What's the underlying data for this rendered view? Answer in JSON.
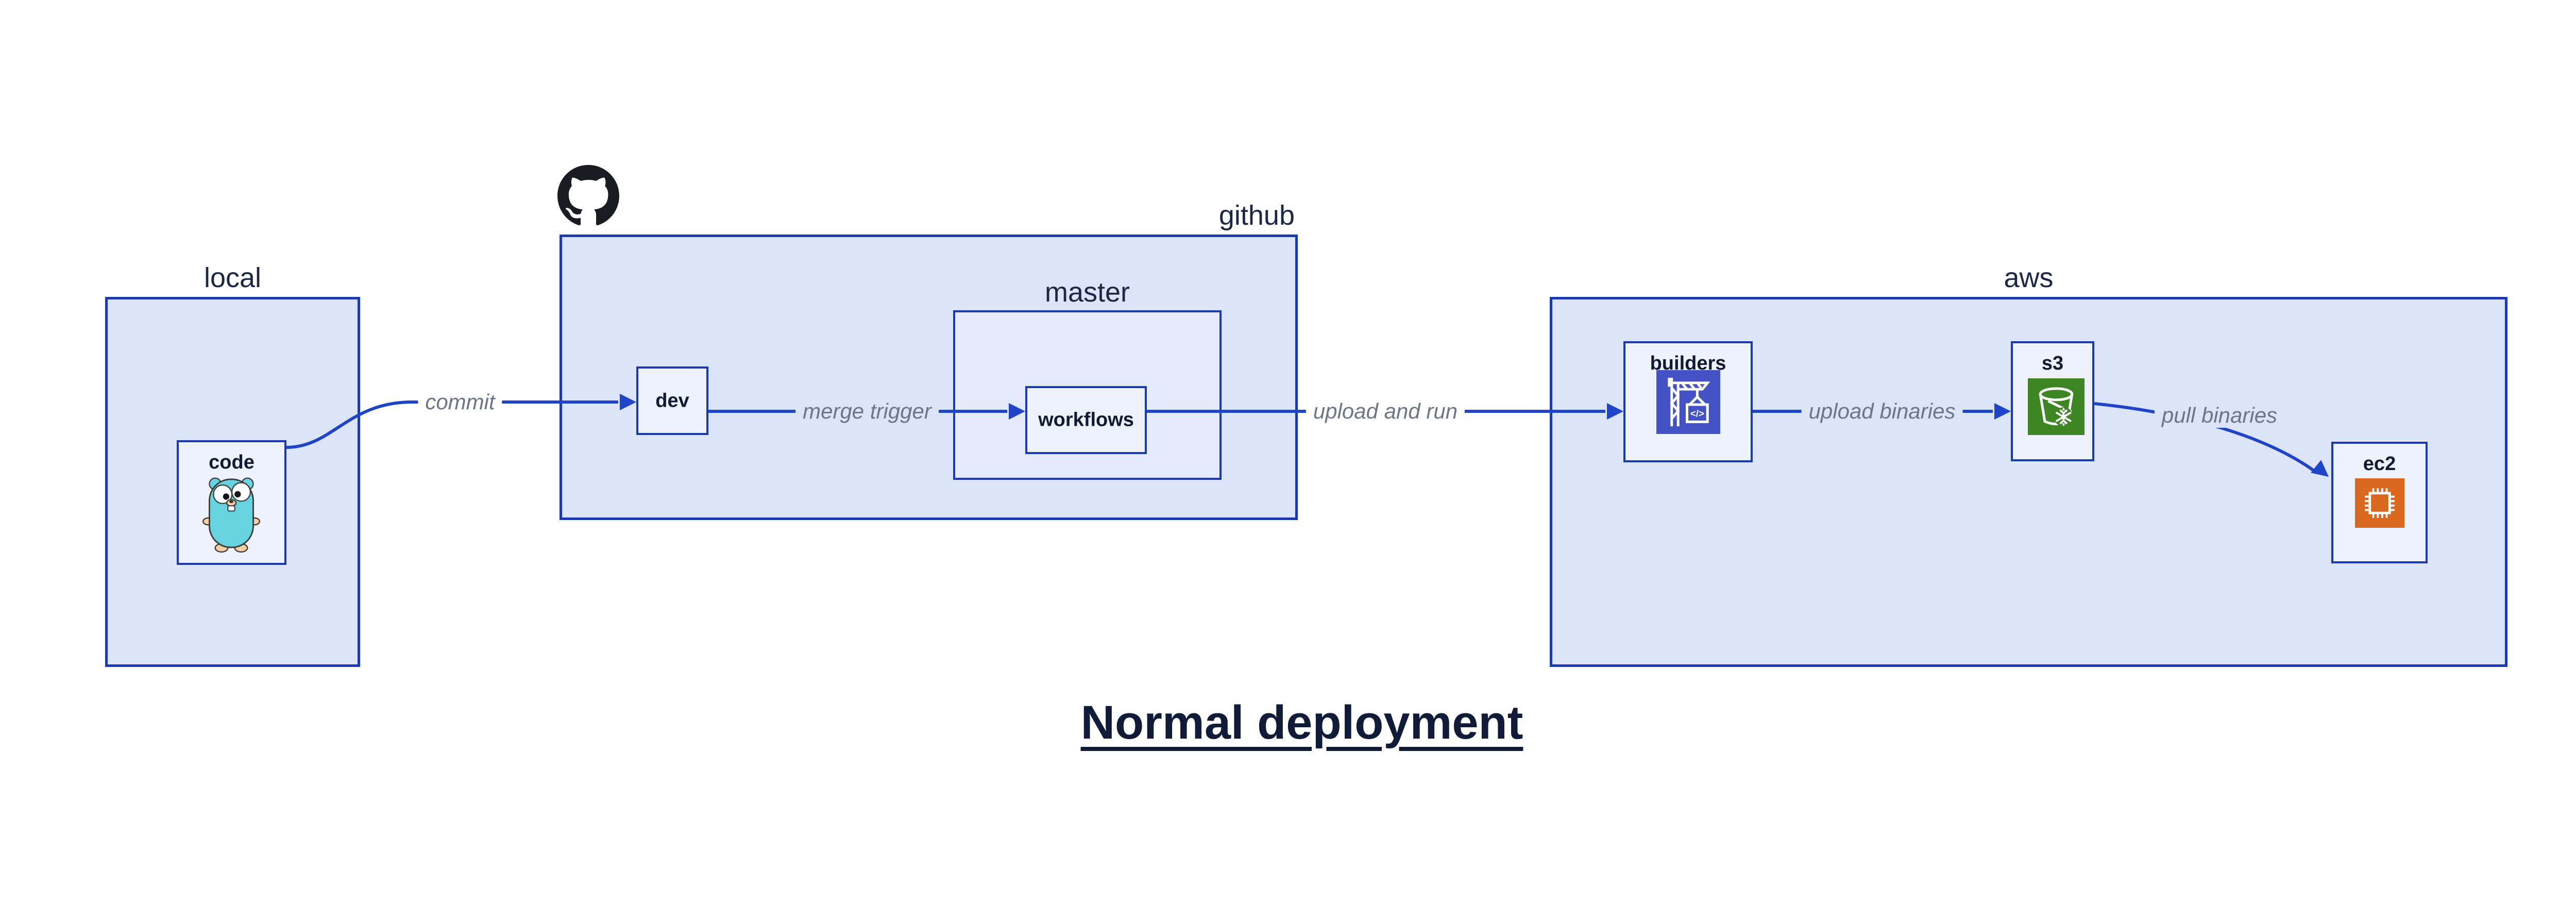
{
  "diagram": {
    "title": "Normal deployment",
    "containers": {
      "local": {
        "label": "local"
      },
      "github": {
        "label": "github",
        "logo_icon": "github-octocat-icon"
      },
      "master": {
        "label": "master"
      },
      "aws": {
        "label": "aws"
      }
    },
    "nodes": {
      "code": {
        "label": "code",
        "icon": "go-gopher-icon"
      },
      "dev": {
        "label": "dev"
      },
      "workflows": {
        "label": "workflows"
      },
      "builders": {
        "label": "builders",
        "icon": "codebuild-crane-icon"
      },
      "s3": {
        "label": "s3",
        "icon": "s3-glacier-bucket-icon"
      },
      "ec2": {
        "label": "ec2",
        "icon": "ec2-chip-icon"
      }
    },
    "edges": [
      {
        "from": "code",
        "to": "dev",
        "label": "commit"
      },
      {
        "from": "dev",
        "to": "workflows",
        "label": "merge trigger"
      },
      {
        "from": "workflows",
        "to": "builders",
        "label": "upload and run"
      },
      {
        "from": "builders",
        "to": "s3",
        "label": "upload binaries"
      },
      {
        "from": "s3",
        "to": "ec2",
        "label": "pull binaries"
      }
    ],
    "colors": {
      "background": "#ffffff",
      "container_fill": "#dce4f9",
      "nested_container_fill": "#e4eafb",
      "node_fill": "#eef2fc",
      "border_blue": "#1b3aae",
      "arrow_blue": "#1e44c7",
      "edge_label_gray": "#6d7587",
      "label_navy": "#111a33",
      "title_navy": "#101b38",
      "github_black": "#191d23",
      "codebuild_indigo": "#4353c5",
      "s3_green": "#3e8624",
      "ec2_orange": "#d9671d",
      "gopher_teal": "#67d3df",
      "gopher_tan": "#f3cfa4"
    }
  }
}
